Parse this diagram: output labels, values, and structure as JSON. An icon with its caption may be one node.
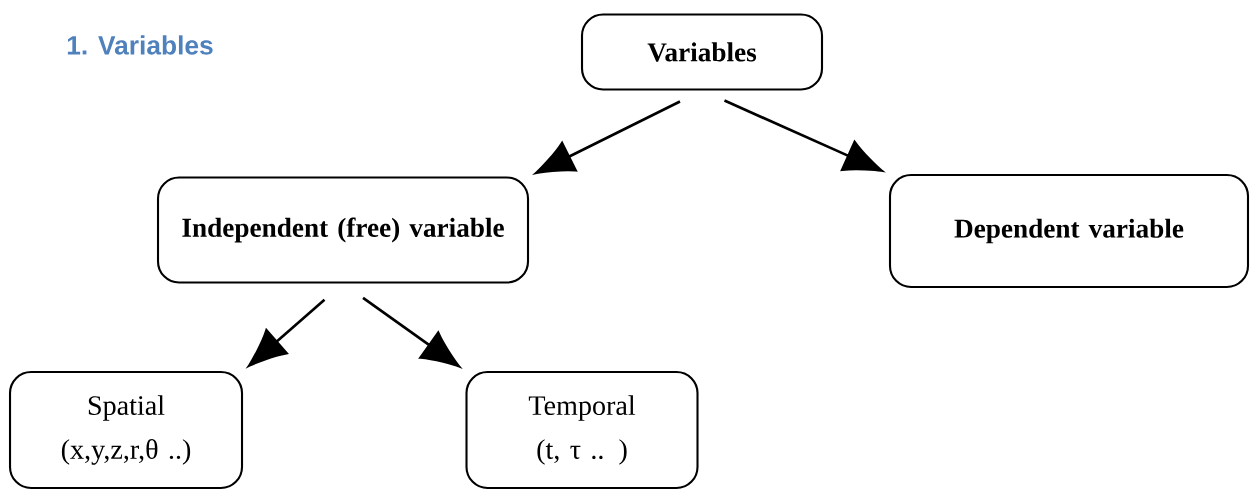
{
  "diagram": {
    "title": "1. Variables",
    "nodes": [
      {
        "text": [
          "Variables"
        ]
      },
      {
        "text": [
          "Independent (free) variable"
        ]
      },
      {
        "text": [
          "Dependent variable"
        ]
      },
      {
        "text": [
          "Spatial",
          "(x,y,z,r,θ ..)"
        ]
      },
      {
        "text": [
          "Temporal",
          "(t, τ .. )"
        ]
      }
    ],
    "edges": [
      {
        "from": 0,
        "to": 1,
        "arrow": "to"
      },
      {
        "from": 0,
        "to": 2,
        "arrow": "to"
      },
      {
        "from": 1,
        "to": 3,
        "arrow": "to"
      },
      {
        "from": 1,
        "to": 4,
        "arrow": "to"
      }
    ]
  }
}
